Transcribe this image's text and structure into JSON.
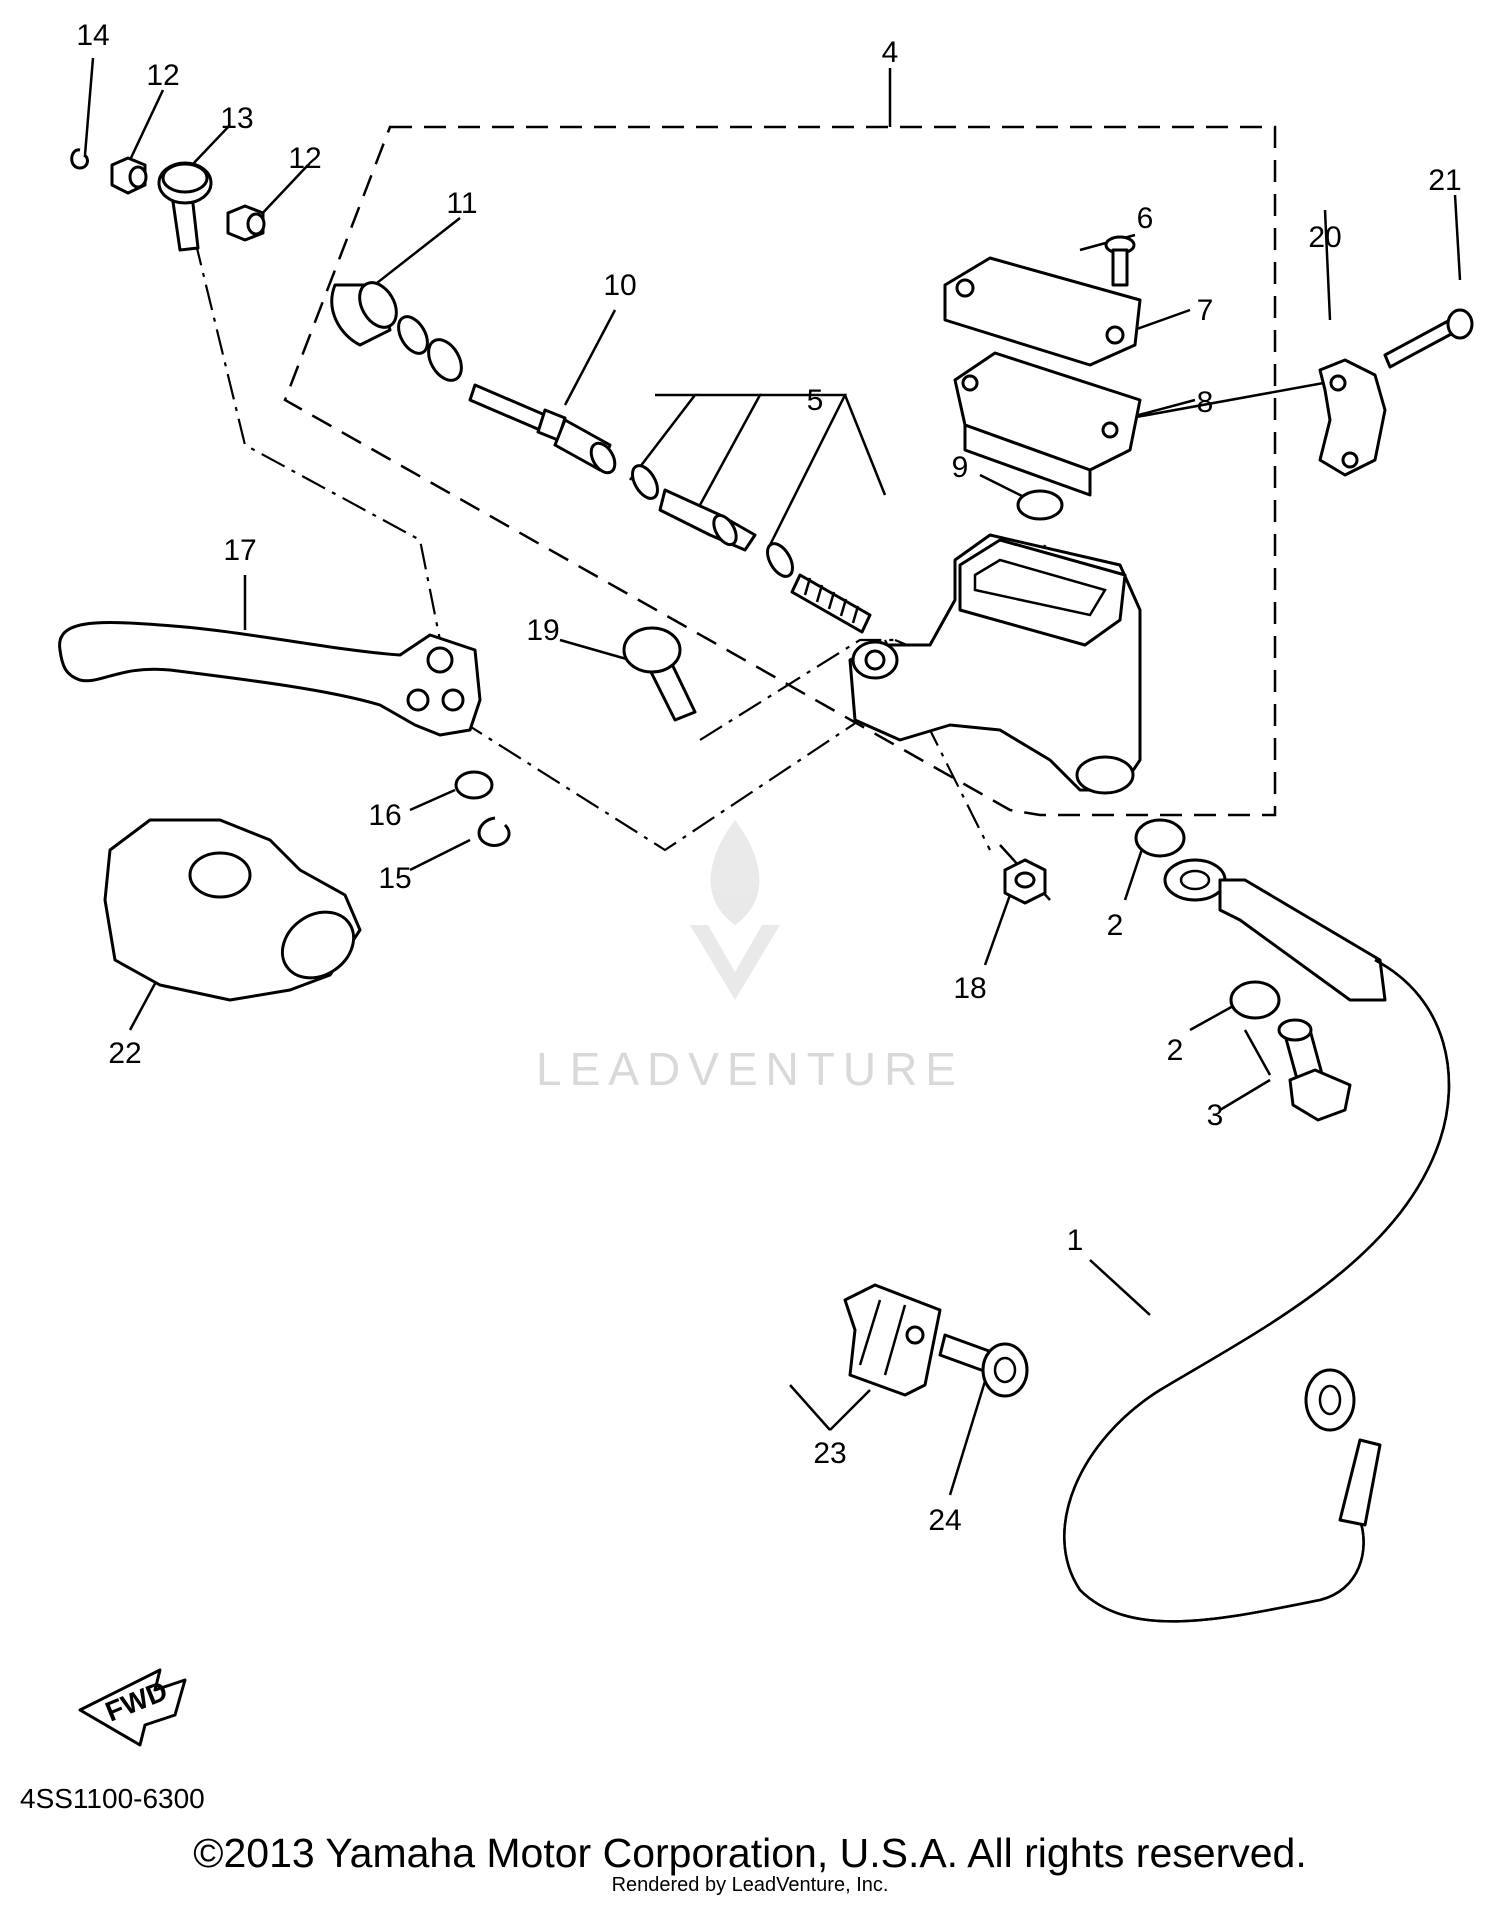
{
  "diagram": {
    "part_code": "4SS1100-6300",
    "copyright": "©2013 Yamaha Motor Corporation, U.S.A. All rights reserved.",
    "rendered_by": "Rendered by LeadVenture, Inc.",
    "watermark": "LEADVENTURE",
    "fwd_label": "FWD",
    "callouts": {
      "c1": "1",
      "c2a": "2",
      "c2b": "2",
      "c3": "3",
      "c4": "4",
      "c5": "5",
      "c6": "6",
      "c7": "7",
      "c8": "8",
      "c9": "9",
      "c10": "10",
      "c11": "11",
      "c12a": "12",
      "c12b": "12",
      "c13": "13",
      "c14": "14",
      "c15": "15",
      "c16": "16",
      "c17": "17",
      "c18": "18",
      "c19": "19",
      "c20": "20",
      "c21": "21",
      "c22": "22",
      "c23": "23",
      "c24": "24"
    }
  }
}
